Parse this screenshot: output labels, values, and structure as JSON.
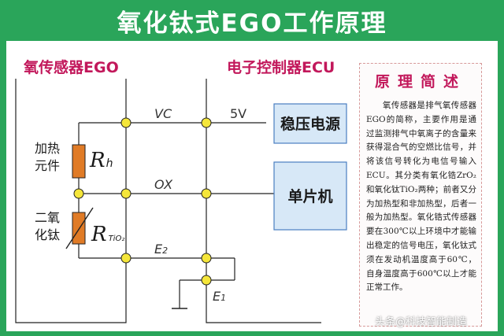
{
  "title": "氧化钛式EGO工作原理",
  "sensor": {
    "header": "氧传感器EGO",
    "heater_label": [
      "加热",
      "元件"
    ],
    "tio2_label": [
      "二氧",
      "化钛"
    ],
    "rh_symbol": "R",
    "rh_subscript": "h",
    "rtio2_symbol": "R",
    "rtio2_subscript": "TiO₂"
  },
  "ecu": {
    "header": "电子控制器ECU",
    "regulator": "稳压电源",
    "mcu": "单片机",
    "supply_voltage": "5V"
  },
  "signals": {
    "vc": "VC",
    "ox": "OX",
    "e2": "E",
    "e2_sub": "2",
    "e1": "E",
    "e1_sub": "1"
  },
  "summary": {
    "title": "原理简述",
    "text": "氧传感器是排气氧传感器EGO的简称，主要作用是通过监测排气中氧离子的含量来获得混合气的空燃比信号，并将该信号转化为电信号输入ECU。其分类有氧化锆ZrO₂和氧化钛TiO₂两种；前者又分为加热型和非加热型，后者一般为加热型。氧化锆式传感器要在300℃以上环境中才能输出稳定的信号电压，氧化钛式须在发动机温度高于60℃，自身温度高于600℃以上才能正常工作。"
  },
  "watermark": "头条@科技智能制造",
  "colors": {
    "background_green": "#2aa55a",
    "accent_pink": "#c2185b",
    "block_blue": "#d7e8f7",
    "block_border": "#4a7fc1",
    "junction_yellow": "#f5e63a",
    "resistor_orange": "#e07b26"
  }
}
